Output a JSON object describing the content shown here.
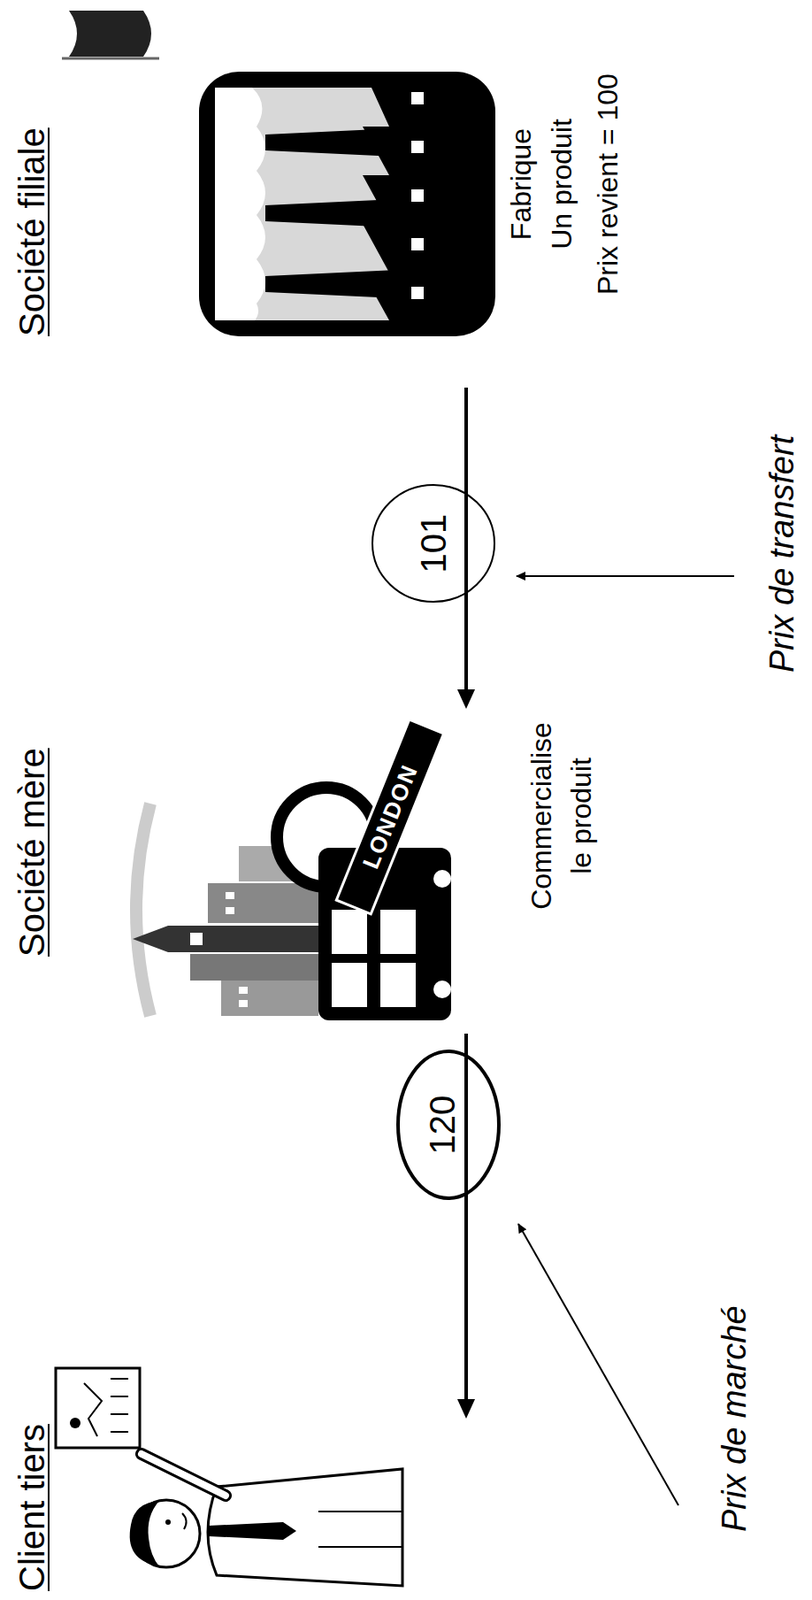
{
  "diagram": {
    "nodes": [
      {
        "text": [
          "Client tiers"
        ]
      },
      {
        "text": [
          "Société mère",
          "Commercialise le produit"
        ]
      },
      {
        "text": [
          "Société filiale",
          "Fabrique Un produit",
          "Prix revient = 100"
        ]
      }
    ],
    "edges": [
      {
        "from": 2,
        "to": 1,
        "arrow": "to",
        "label": "101"
      },
      {
        "from": 1,
        "to": 0,
        "arrow": "to",
        "label": "120"
      }
    ],
    "labels": [
      "LONDON",
      "Prix de transfert",
      "Prix de marché"
    ]
  }
}
